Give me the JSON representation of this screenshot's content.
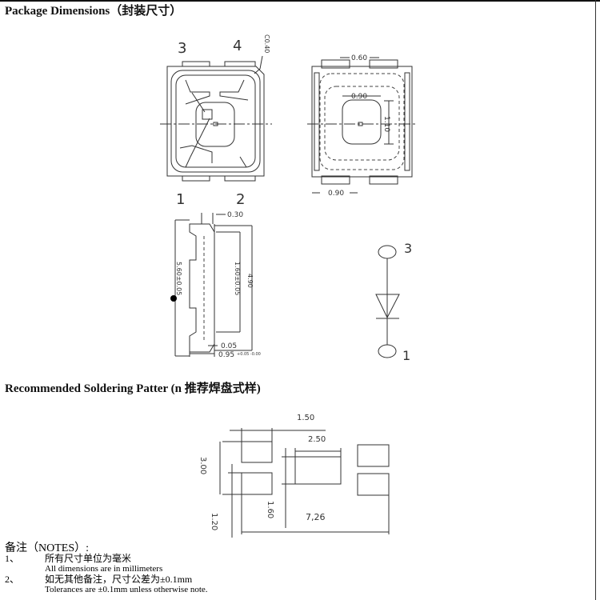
{
  "package": {
    "title": "Package Dimensions（封装尺寸）",
    "top_view": {
      "pins": [
        "3",
        "4",
        "1",
        "2"
      ],
      "chamfer": "C0.40"
    },
    "bottom_view": {
      "pad_gap": "0.60",
      "lens_width": "0.90",
      "lens_height": "1.10",
      "pad_width": "0.90"
    },
    "side_view": {
      "top_offset": "0.30",
      "length": "5.60±0.05",
      "inner_length": "1.60±0.05",
      "body_length": "4.90",
      "gap": "0.05",
      "thickness": "0.95",
      "thickness_tol": "+0.05 -0.00"
    },
    "symbol": {
      "anode_pin": "3",
      "cathode_pin": "1"
    }
  },
  "soldering": {
    "title": "Recommended Soldering Patter (n 推荐焊盘式样)",
    "dims": {
      "pad_width": "1.50",
      "center_width": "2.50",
      "height": "3.00",
      "pad_height": "1.20",
      "center_height": "1.60",
      "total": "7,26"
    }
  },
  "notes": {
    "title": "备注（NOTES）:",
    "items": [
      {
        "num": "1、",
        "zh": "所有尺寸单位为毫米",
        "en": "All dimensions are in millimeters"
      },
      {
        "num": "2、",
        "zh": "如无其他备注，尺寸公差为±0.1mm",
        "en": "Tolerances are ±0.1mm unless otherwise note."
      }
    ]
  }
}
